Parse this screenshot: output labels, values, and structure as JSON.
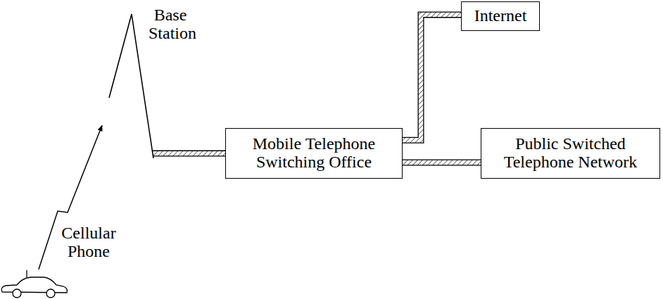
{
  "diagram": {
    "nodes": [
      {
        "text": [
          "Base Station"
        ]
      },
      {
        "text": [
          "Internet"
        ]
      },
      {
        "text": [
          "Mobile Telephone Switching Office"
        ]
      },
      {
        "text": [
          "Public Switched Telephone Network"
        ]
      },
      {
        "text": [
          "Cellular Phone"
        ]
      }
    ],
    "edges": [
      {
        "from": 4,
        "to": 0,
        "arrow": "to"
      },
      {
        "from": 0,
        "to": 2,
        "arrow": "none"
      },
      {
        "from": 2,
        "to": 1,
        "arrow": "none"
      },
      {
        "from": 2,
        "to": 3,
        "arrow": "none"
      }
    ]
  }
}
